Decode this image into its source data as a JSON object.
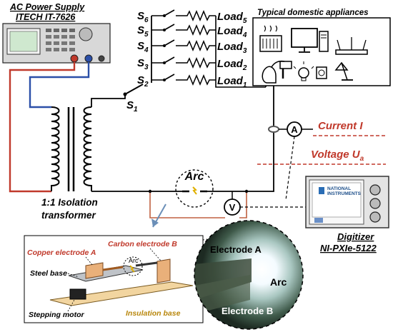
{
  "supply": {
    "title": "AC Power Supply",
    "model": "ITECH IT-7626"
  },
  "switches": {
    "s6": "S",
    "s6_sub": "6",
    "s5": "S",
    "s5_sub": "5",
    "s4": "S",
    "s4_sub": "4",
    "s3": "S",
    "s3_sub": "3",
    "s2": "S",
    "s2_sub": "2",
    "s1": "S",
    "s1_sub": "1"
  },
  "loads": {
    "l5": "Load",
    "l5_sub": "5",
    "l4": "Load",
    "l4_sub": "4",
    "l3": "Load",
    "l3_sub": "3",
    "l2": "Load",
    "l2_sub": "2",
    "l1": "Load",
    "l1_sub": "1"
  },
  "appliances_title": "Typical domestic appliances",
  "meters": {
    "ammeter": "A",
    "voltmeter": "V"
  },
  "current_label": "Current I",
  "voltage_label": "Voltage U",
  "voltage_sub": "a",
  "arc_label": "Arc",
  "transformer": {
    "line1": "1:1 Isolation",
    "line2": "transformer"
  },
  "digitizer": {
    "brand1": "NATIONAL",
    "brand2": "INSTRUMENTS",
    "title": "Digitizer",
    "model": "NI-PXIe-5122"
  },
  "apparatus": {
    "carbon": "Carbon electrode B",
    "copper": "Copper electrode A",
    "arc_small": "Arc",
    "steel": "Steel base",
    "motor": "Stepping motor",
    "insulation": "Insulation base"
  },
  "photo": {
    "electrode_a": "Electrode A",
    "arc": "Arc",
    "electrode_b": "Electrode B"
  },
  "colors": {
    "wire": "#000000",
    "red_wire": "#c0392b",
    "blue_wire": "#2b4fa8",
    "label_red": "#c0392b",
    "insulation_label": "#b8860b",
    "ground_wire": "#c06040"
  }
}
